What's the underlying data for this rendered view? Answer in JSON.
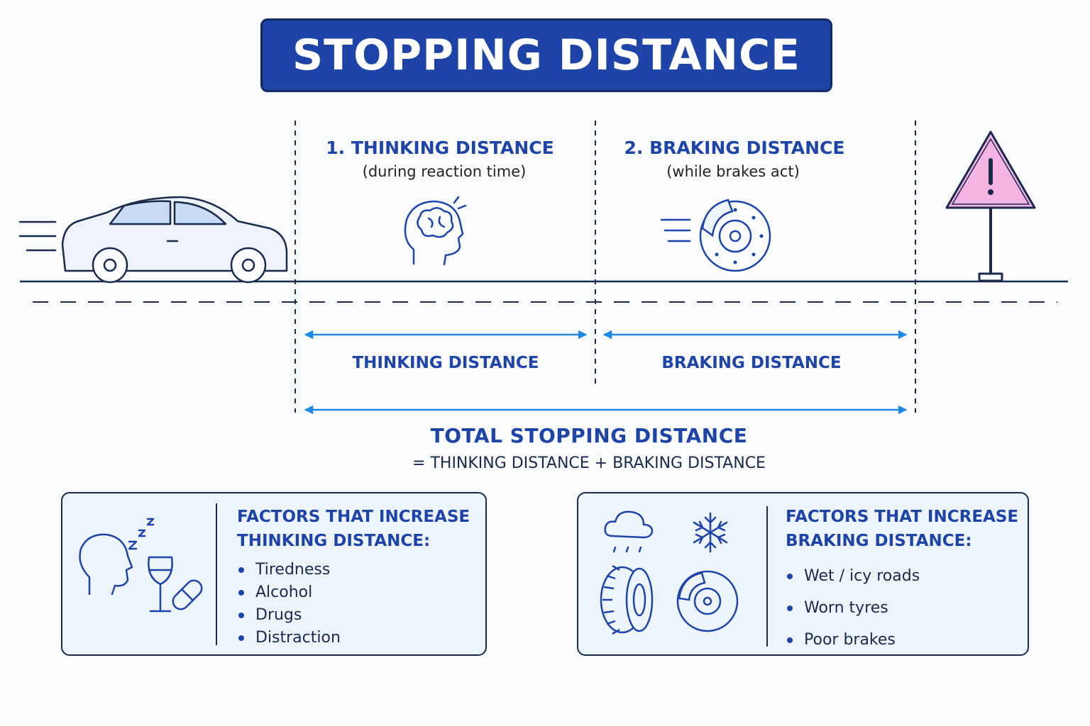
{
  "title": "STOPPING DISTANCE",
  "sections": {
    "thinking": {
      "title": "1. THINKING DISTANCE",
      "subtitle": "(during reaction time)"
    },
    "braking": {
      "title": "2. BRAKING DISTANCE",
      "subtitle": "(while brakes act)"
    }
  },
  "dimensions": {
    "thinking_label": "THINKING DISTANCE",
    "braking_label": "BRAKING DISTANCE"
  },
  "total": {
    "label": "TOTAL STOPPING DISTANCE",
    "formula": "= THINKING DISTANCE  +  BRAKING DISTANCE"
  },
  "panels": {
    "thinking_factors": {
      "title_line1": "FACTORS THAT INCREASE",
      "title_line2": "THINKING DISTANCE:",
      "items": [
        "Tiredness",
        "Alcohol",
        "Drugs",
        "Distraction"
      ],
      "icons": [
        "sleepy-head-icon",
        "wine-glass-icon",
        "pill-icon"
      ]
    },
    "braking_factors": {
      "title_line1": "FACTORS THAT INCREASE",
      "title_line2": "BRAKING DISTANCE:",
      "items": [
        "Wet / icy roads",
        "Worn tyres",
        "Poor brakes"
      ],
      "icons": [
        "rain-cloud-icon",
        "snowflake-icon",
        "tyre-icon",
        "brake-disc-icon"
      ]
    }
  },
  "icons": [
    "car-icon",
    "brain-head-icon",
    "brake-disc-icon",
    "warning-sign-icon"
  ],
  "colors": {
    "primary": "#1f44a8",
    "arrow": "#1e88e5",
    "warning_fill": "#f3b3e3",
    "car_window": "#c6dcf6"
  }
}
